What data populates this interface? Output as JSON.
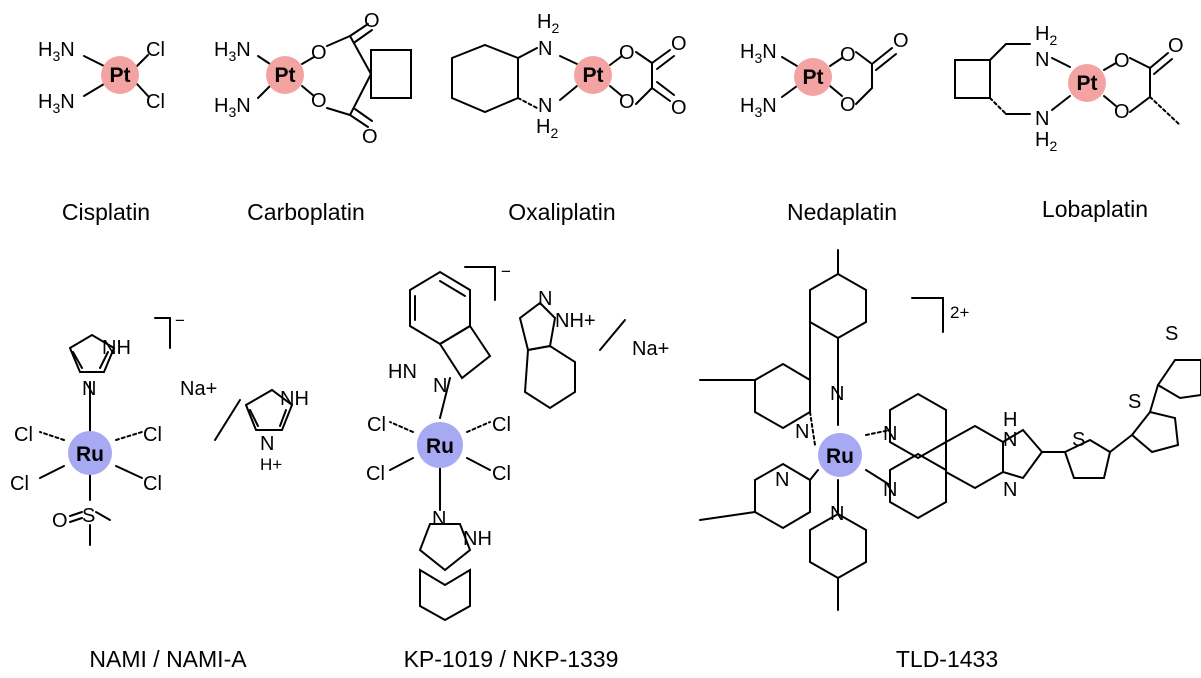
{
  "metals": {
    "pt": {
      "label": "Pt",
      "color": "#f4a3a3"
    },
    "ru": {
      "label": "Ru",
      "color": "#a7a9f2"
    }
  },
  "atoms": {
    "H3N": "H3N",
    "H2N": "H2",
    "N": "N",
    "Cl": "Cl",
    "O": "O",
    "S": "S",
    "H": "H",
    "NH": "NH",
    "HN": "HN",
    "NHplus": "NH+",
    "Hplus": "H+",
    "Na": "Na+",
    "two_plus": "2+",
    "minus": "−"
  },
  "compounds": [
    {
      "id": "cisplatin",
      "name": "Cisplatin"
    },
    {
      "id": "carboplatin",
      "name": "Carboplatin"
    },
    {
      "id": "oxaliplatin",
      "name": "Oxaliplatin"
    },
    {
      "id": "nedaplatin",
      "name": "Nedaplatin"
    },
    {
      "id": "lobaplatin",
      "name": "Lobaplatin"
    },
    {
      "id": "nami",
      "name": "NAMI / NAMI-A"
    },
    {
      "id": "kp1019",
      "name": "KP-1019 / NKP-1339"
    },
    {
      "id": "tld1433",
      "name": "TLD-1433"
    }
  ]
}
